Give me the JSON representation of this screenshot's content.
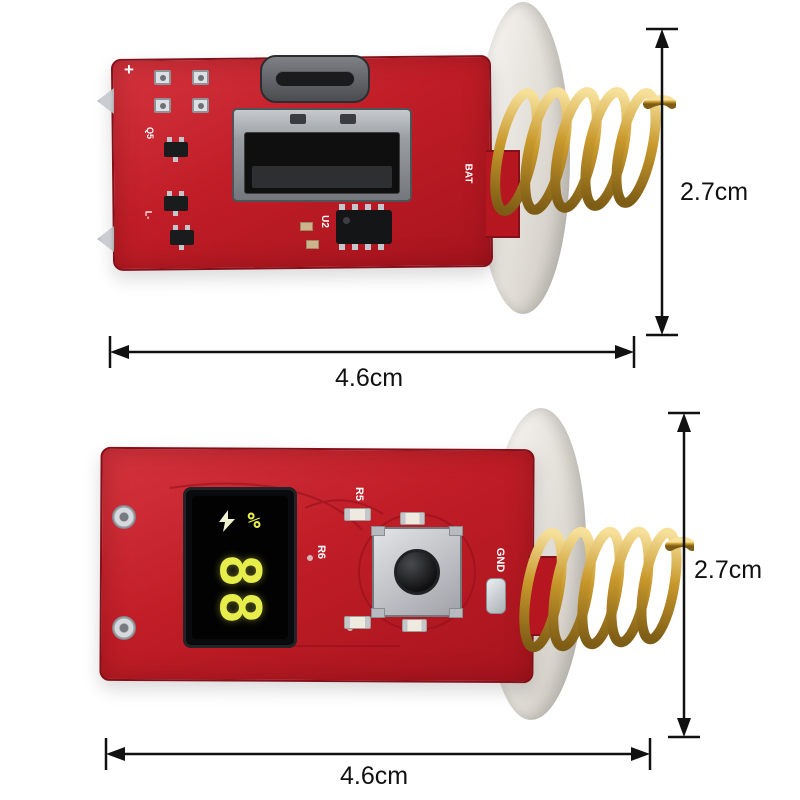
{
  "annotations": {
    "top": {
      "height": "2.7cm",
      "width": "4.6cm"
    },
    "bottom": {
      "height": "2.7cm",
      "width": "4.6cm"
    }
  },
  "top_board": {
    "silkscreen": {
      "plus": "+",
      "q5": "Q5",
      "l_minus": "L-",
      "u2": "U2",
      "bat": "BAT"
    }
  },
  "bottom_board": {
    "display": {
      "digits": "88",
      "percent": "%"
    },
    "silkscreen": {
      "r5": "R5",
      "r6": "R6",
      "gnd": "GND"
    }
  },
  "palette": {
    "pcb_red": "#c01d27",
    "spring_gold": "#c9992c",
    "display_yellow": "#e7ee4b",
    "metal_silver": "#c6c9cd",
    "annotation_black": "#111111"
  }
}
